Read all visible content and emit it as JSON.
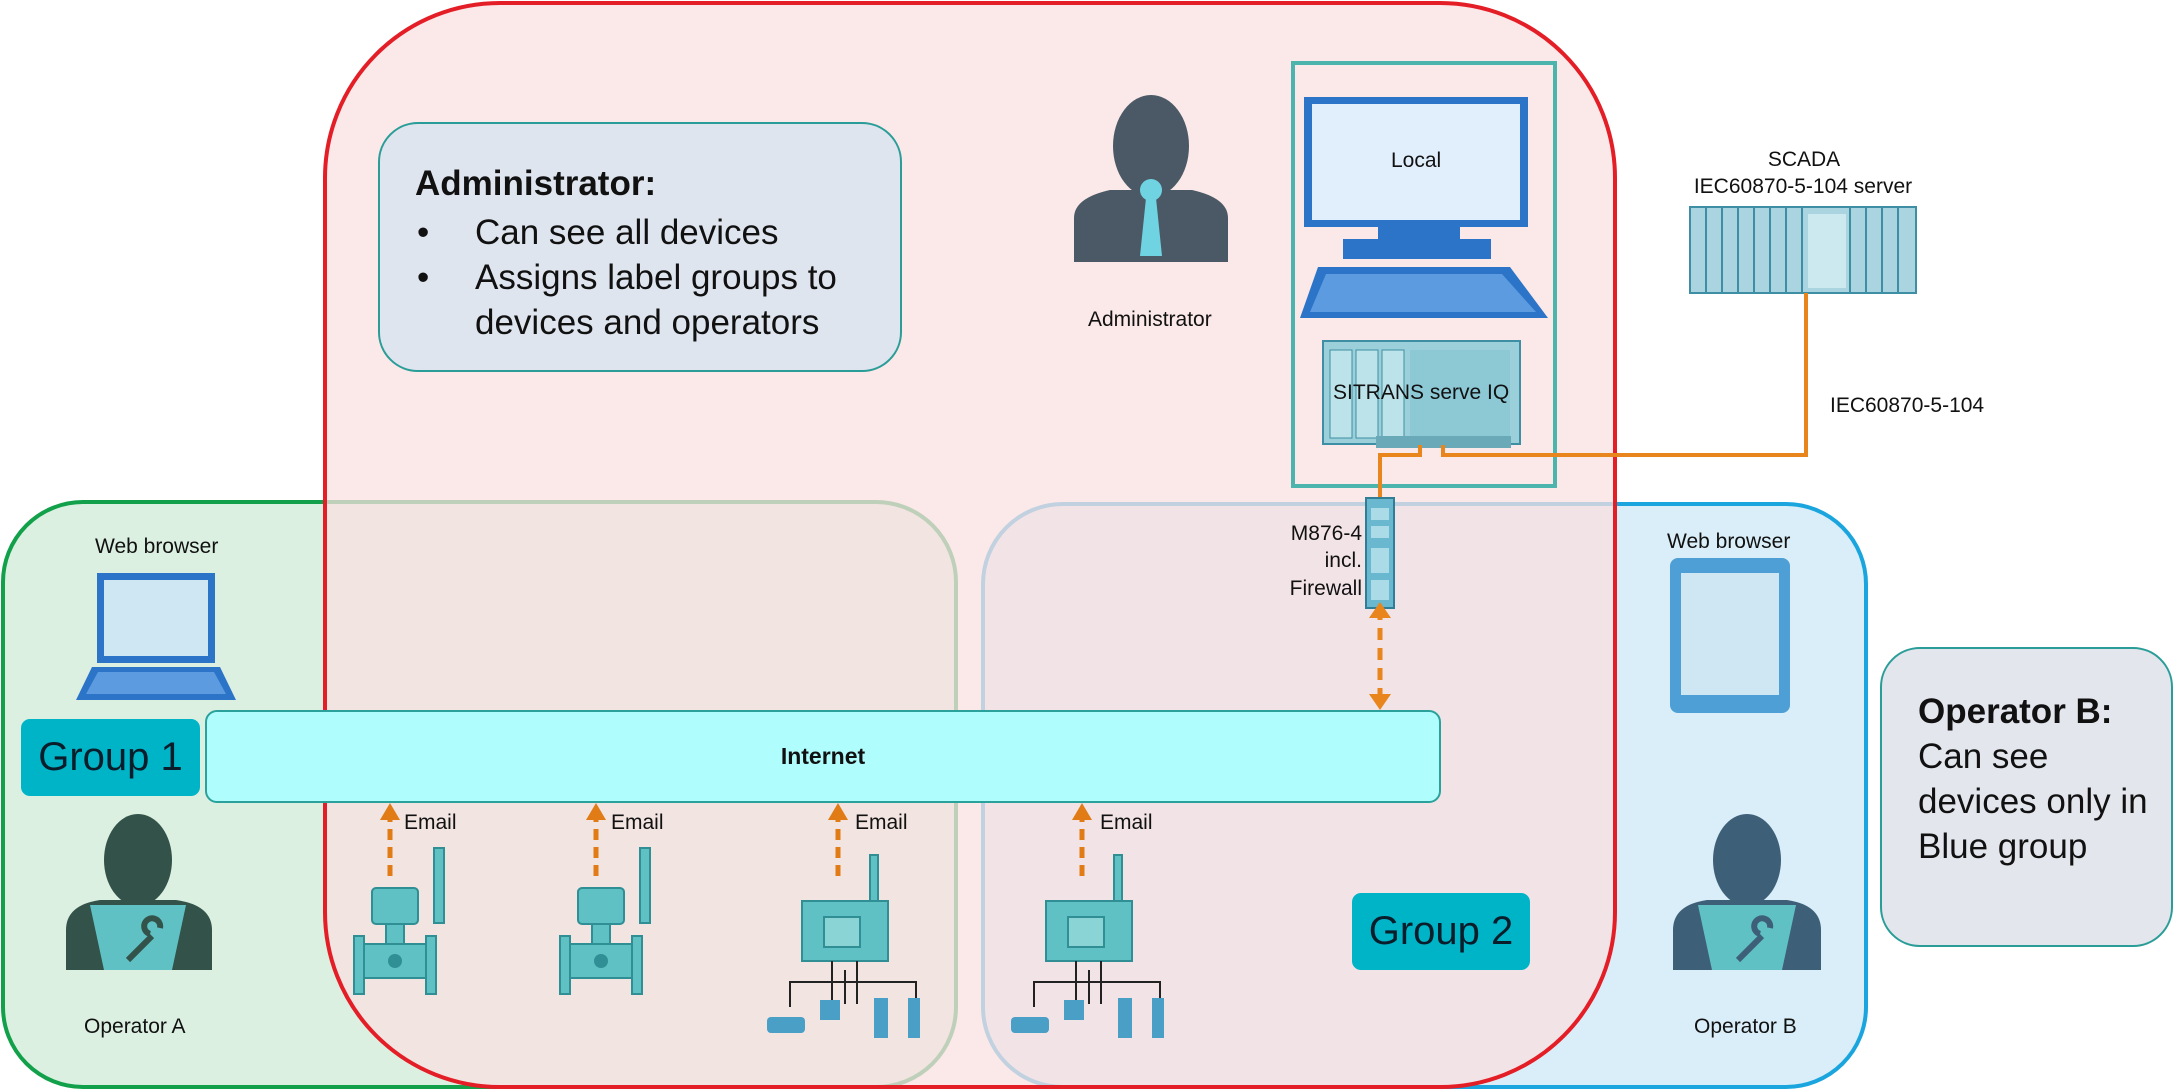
{
  "admin_info": {
    "title": "Administrator:",
    "bullets": [
      "Can see all devices",
      "Assigns label groups to devices and operators"
    ]
  },
  "operator_b_info": {
    "title": "Operator B:",
    "text": "Can see devices only in Blue group"
  },
  "labels": {
    "administrator": "Administrator",
    "local": "Local",
    "sitrans": "SITRANS serve IQ",
    "scada_line1": "SCADA",
    "scada_line2": "IEC60870-5-104 server",
    "protocol": "IEC60870-5-104",
    "firewall_line1": "M876-4",
    "firewall_line2": "incl.",
    "firewall_line3": "Firewall",
    "web_browser_a": "Web browser",
    "web_browser_b": "Web browser",
    "internet": "Internet",
    "group1": "Group 1",
    "group2": "Group 2",
    "email": "Email",
    "operator_a": "Operator A",
    "operator_b": "Operator B"
  },
  "colors": {
    "admin_zone": "#e41e26",
    "green_zone": "#12a14a",
    "blue_zone": "#1aa5de",
    "orange_link": "#e8851c",
    "badge": "#00b4c8",
    "internet": "#b0fdfd",
    "device": "#5fc1c4"
  }
}
